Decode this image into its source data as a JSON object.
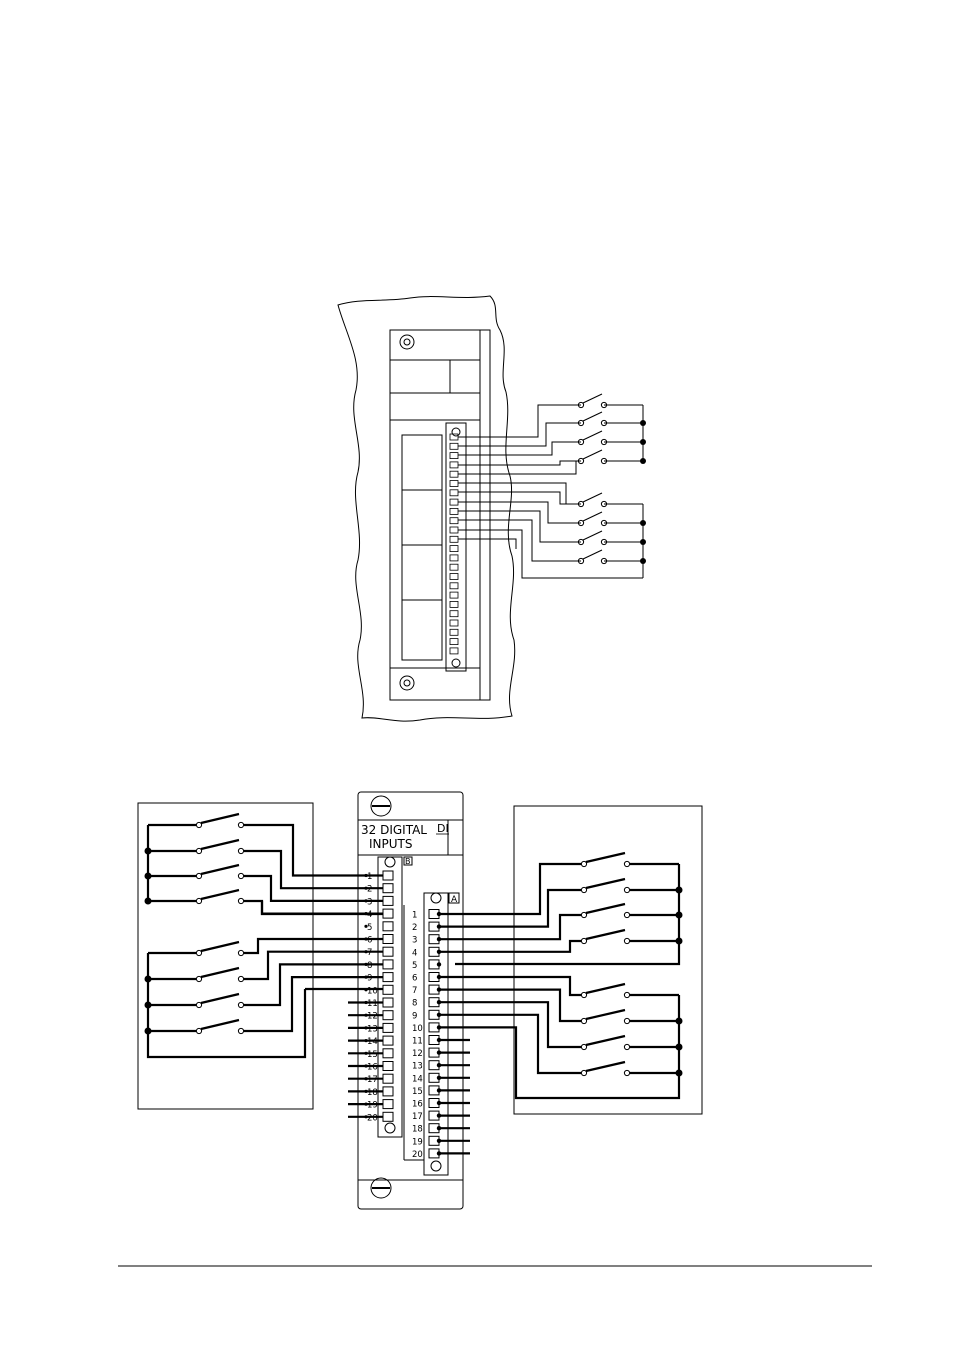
{
  "module_label": {
    "line1": "32 DIGITAL",
    "line2": "INPUTS",
    "type_code": "DI"
  },
  "connectors": {
    "b_label": "B",
    "a_label": "A",
    "terminal_numbers": [
      "1",
      "2",
      "3",
      "4",
      "5",
      "6",
      "7",
      "8",
      "9",
      "10",
      "11",
      "12",
      "13",
      "14",
      "15",
      "16",
      "17",
      "18",
      "19",
      "20"
    ]
  },
  "colors": {
    "ink": "#000000",
    "paper": "#ffffff"
  }
}
